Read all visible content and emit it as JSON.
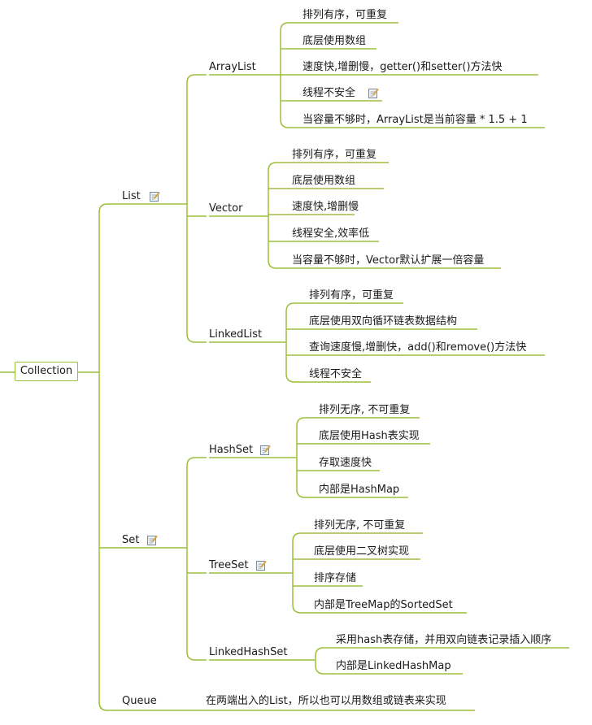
{
  "root": {
    "label": "Collection"
  },
  "children": [
    {
      "label": "List",
      "has_note": true,
      "children": [
        {
          "label": "ArrayList",
          "has_note": false,
          "leaves": [
            {
              "text": "排列有序，可重复"
            },
            {
              "text": "底层使用数组"
            },
            {
              "text": "速度快,增删慢，getter()和setter()方法快"
            },
            {
              "text": "线程不安全",
              "has_note": true
            },
            {
              "text": "当容量不够时，ArrayList是当前容量 * 1.5 + 1"
            }
          ]
        },
        {
          "label": "Vector",
          "has_note": false,
          "leaves": [
            {
              "text": "排列有序，可重复"
            },
            {
              "text": "底层使用数组"
            },
            {
              "text": "速度快,增删慢"
            },
            {
              "text": "线程安全,效率低"
            },
            {
              "text": "当容量不够时，Vector默认扩展一倍容量"
            }
          ]
        },
        {
          "label": "LinkedList",
          "has_note": false,
          "leaves": [
            {
              "text": "排列有序，可重复"
            },
            {
              "text": "底层使用双向循环链表数据结构"
            },
            {
              "text": "查询速度慢,增删快，add()和remove()方法快"
            },
            {
              "text": "线程不安全"
            }
          ]
        }
      ]
    },
    {
      "label": "Set",
      "has_note": true,
      "children": [
        {
          "label": "HashSet",
          "has_note": true,
          "leaves": [
            {
              "text": "排列无序, 不可重复"
            },
            {
              "text": "底层使用Hash表实现"
            },
            {
              "text": "存取速度快"
            },
            {
              "text": "内部是HashMap"
            }
          ]
        },
        {
          "label": "TreeSet",
          "has_note": true,
          "leaves": [
            {
              "text": "排列无序, 不可重复"
            },
            {
              "text": "底层使用二叉树实现"
            },
            {
              "text": "排序存储"
            },
            {
              "text": "内部是TreeMap的SortedSet"
            }
          ]
        },
        {
          "label": "LinkedHashSet",
          "has_note": false,
          "leaves": [
            {
              "text": "采用hash表存储，并用双向链表记录插入顺序"
            },
            {
              "text": "内部是LinkedHashMap"
            }
          ]
        }
      ]
    },
    {
      "label": "Queue",
      "has_note": false,
      "leaves": [
        {
          "text": "在两端出入的List，所以也可以用数组或链表来实现"
        }
      ]
    }
  ],
  "colors": {
    "branch": "#9cbf3a",
    "note_border": "#7a8a99",
    "note_fill": "#eef3f7",
    "note_pencil": "#d9a441"
  }
}
